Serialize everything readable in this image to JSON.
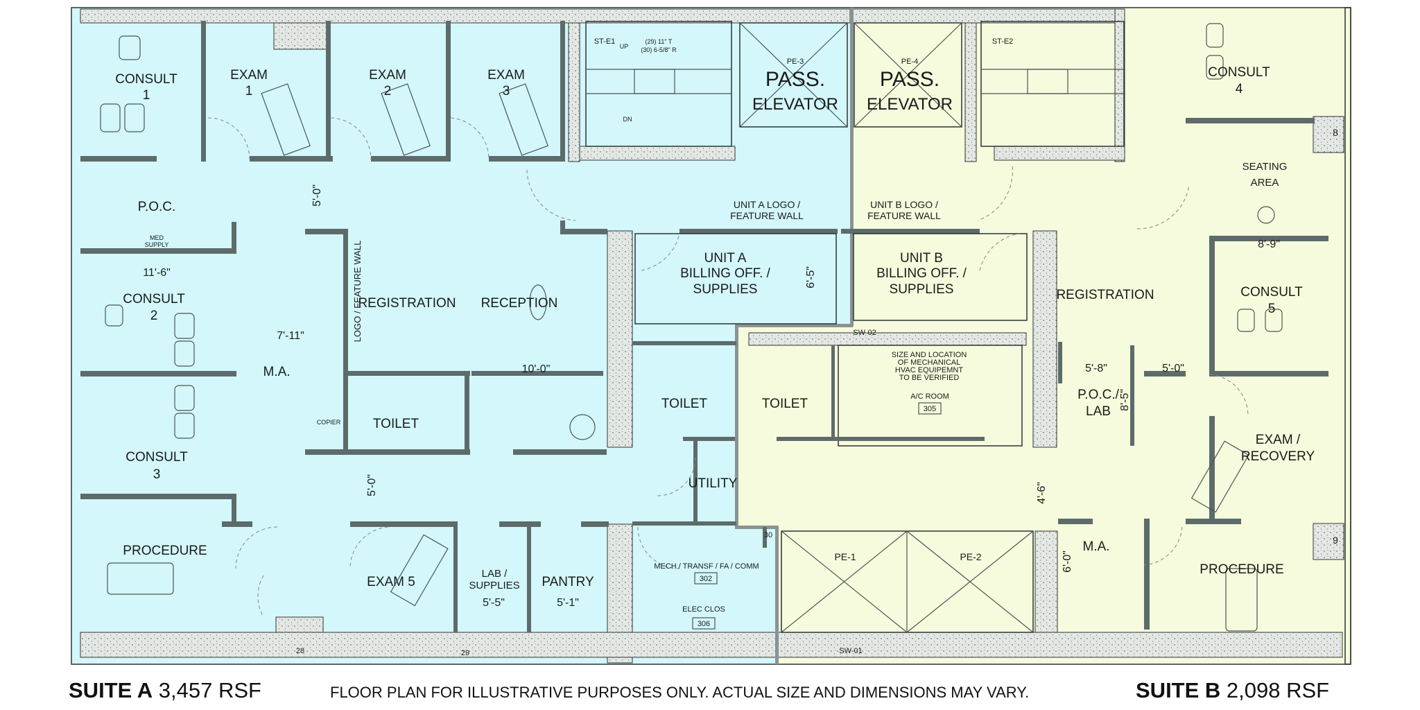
{
  "colors": {
    "suite_a_fill": "#d3f7fb",
    "suite_b_fill": "#f5fbdc",
    "wall": "#5d6b6b",
    "concrete": "#dfe3e0"
  },
  "suite_a": {
    "consult_1": [
      "CONSULT",
      "1"
    ],
    "exam_1": [
      "EXAM",
      "1"
    ],
    "exam_2": [
      "EXAM",
      "2"
    ],
    "exam_3": [
      "EXAM",
      "3"
    ],
    "poc": "P.O.C.",
    "med_supply": [
      "MED",
      "SUPPLY"
    ],
    "consult_2": [
      "CONSULT",
      "2"
    ],
    "consult_3": [
      "CONSULT",
      "3"
    ],
    "logo_feature_wall": "LOGO / FEATURE WALL",
    "registration": "REGISTRATION",
    "reception": "RECEPTION",
    "ma": "M.A.",
    "copier": "COPIER",
    "toilet_1": "TOILET",
    "toilet_2": "TOILET",
    "procedure": "PROCEDURE",
    "exam_5": "EXAM 5",
    "lab_supplies": [
      "LAB /",
      "SUPPLIES"
    ],
    "pantry": "PANTRY",
    "utility": "UTILITY",
    "mech": "MECH / TRANSF / FA / COMM",
    "mech_no": "302",
    "elec": "ELEC CLOS",
    "elec_no": "306",
    "unit_logo": [
      "UNIT A LOGO /",
      "FEATURE WALL"
    ],
    "billing": [
      "UNIT A",
      "BILLING OFF. /",
      "SUPPLIES"
    ],
    "stair": "ST-E1",
    "elevator_id": "PE-3",
    "elevator": [
      "PASS.",
      "ELEVATOR"
    ],
    "dims": {
      "d1": "5'-0\"",
      "d2": "11'-6\"",
      "d3": "7'-11\"",
      "d4": "10'-0\"",
      "d5": "5'-0\"",
      "d6": "5'-5\"",
      "d7": "5'-1\"",
      "d8": "6'-5\""
    },
    "col_28": "28",
    "col_29": "29",
    "col_30": "30"
  },
  "suite_b": {
    "elevator_id": "PE-4",
    "elevator": [
      "PASS.",
      "ELEVATOR"
    ],
    "stair": "ST-E2",
    "consult_4": [
      "CONSULT",
      "4"
    ],
    "seating": [
      "SEATING",
      "AREA"
    ],
    "unit_logo": [
      "UNIT B LOGO /",
      "FEATURE WALL"
    ],
    "billing": [
      "UNIT B",
      "BILLING OFF. /",
      "SUPPLIES"
    ],
    "registration": "REGISTRATION",
    "consult_5": [
      "CONSULT",
      "5"
    ],
    "toilet": "TOILET",
    "hvac_note": [
      "SIZE AND LOCATION",
      "OF MECHANICAL",
      "HVAC EQUIPEMNT",
      "TO BE VERIFIED"
    ],
    "ac_room": "A/C ROOM",
    "ac_no": "305",
    "poc_lab": [
      "P.O.C./",
      "LAB"
    ],
    "exam_recovery": [
      "EXAM /",
      "RECOVERY"
    ],
    "ma": "M.A.",
    "procedure": "PROCEDURE",
    "pe_1": "PE-1",
    "pe_2": "PE-2",
    "sw_01": "SW-01",
    "sw_02": "SW-02",
    "dims": {
      "d1": "8'-9\"",
      "d2": "5'-8\"",
      "d3": "5'-0\"",
      "d4": "8'-5\"",
      "d5": "4'-6\"",
      "d6": "6'-0\""
    },
    "col_8": "8",
    "col_9": "9"
  },
  "stairs": {
    "up": "UP",
    "dn": "DN",
    "tread": "(29) 11\" T",
    "riser": "(30) 6-5/8\" R"
  },
  "footer": {
    "suite_a_name": "SUITE A",
    "suite_a_area": "3,457 RSF",
    "disclaimer": "FLOOR PLAN FOR ILLUSTRATIVE PURPOSES ONLY. ACTUAL SIZE AND DIMENSIONS MAY VARY.",
    "suite_b_name": "SUITE B",
    "suite_b_area": "2,098 RSF"
  }
}
